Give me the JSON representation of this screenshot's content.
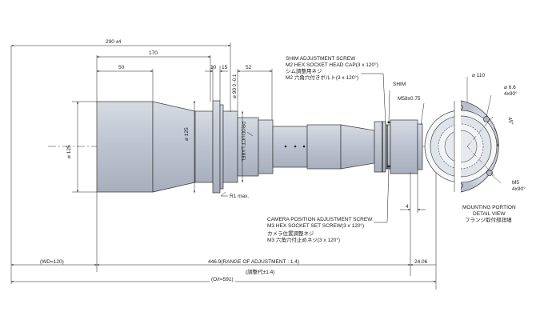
{
  "dimensions": {
    "d290": "290",
    "d290_tol": "±4",
    "d170": "170",
    "d10": "10",
    "d15": "15",
    "d52": "52",
    "d50": "50",
    "phi125_left": "125",
    "phi125_mid": "125",
    "phi90": "90",
    "phi90_tol": "0 -0.1",
    "wd": "(WD=120)",
    "range_main": "446.9(RANGE OF ADJUSTMENT : 1.4)",
    "range_jp": "(調整代±1.4)",
    "oi": "(O/I=591)",
    "d24": "24.06",
    "d4": "4",
    "phi110": "110",
    "phi6_6": "6.6",
    "x4_90_a": "4x90°",
    "angle45": "45°",
    "m5": "M5",
    "x4_90_b": "4x90°",
    "r1": "R1 max.",
    "m58": "M58x0.75"
  },
  "callouts": {
    "shim_screw_en1": "SHIM ADJUSTMENT SCREW",
    "shim_screw_en2": "M2 HEX SOCKET HEAD CAP(3 x 120°)",
    "shim_screw_jp1": "シム調整用ネジ",
    "shim_screw_jp2": "M2 六角穴付きボルト(3 x 120°)",
    "shim": "SHIM",
    "product_label": "PRODUCT LABEL",
    "cam_en1": "CAMERA POSITION ADJUSTMENT SCREW",
    "cam_en2": "M3 HEX SOCKET SET SCREW(3 x 120°)",
    "cam_jp1": "カメラ位置調整ネジ",
    "cam_jp2": "M3 六角穴付止めネジ(3 x 120°)",
    "mount_en1": "MOUNTING PORTION",
    "mount_en2": "DETAIL VIEW",
    "mount_jp": "フランジ取付部詳細"
  },
  "colors": {
    "lens_body": "#c7cdd8",
    "lens_shade": "#a9b0bd",
    "line": "#1a1a1a"
  }
}
